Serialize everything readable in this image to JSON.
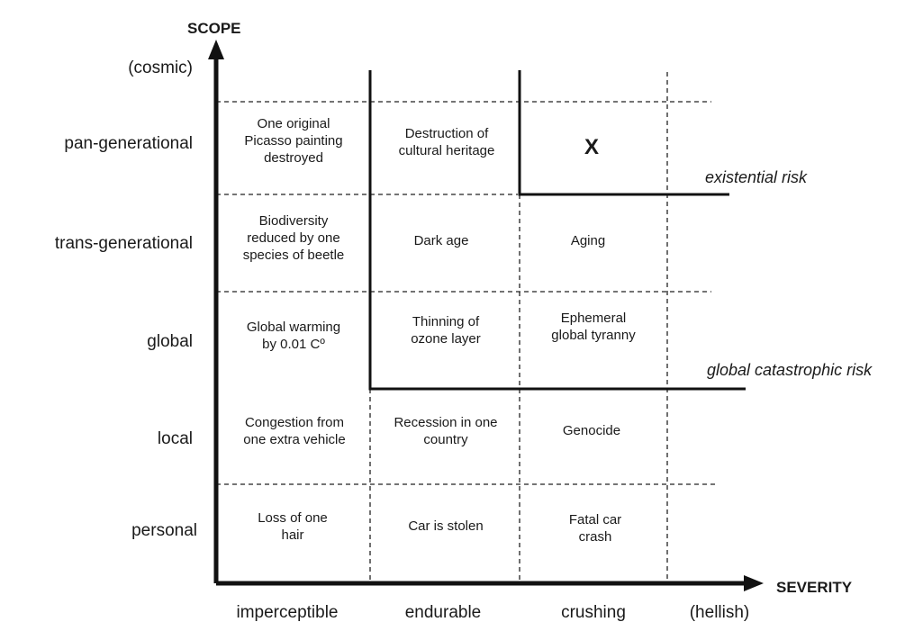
{
  "axes": {
    "y_title": "SCOPE",
    "x_title": "SEVERITY"
  },
  "rows": [
    {
      "label": "(cosmic)"
    },
    {
      "label": "pan-generational"
    },
    {
      "label": "trans-generational"
    },
    {
      "label": "global"
    },
    {
      "label": "local"
    },
    {
      "label": "personal"
    }
  ],
  "columns": [
    {
      "label": "imperceptible"
    },
    {
      "label": "endurable"
    },
    {
      "label": "crushing"
    },
    {
      "label": "(hellish)"
    }
  ],
  "cells": {
    "pan_imperceptible": "One original\nPicasso painting\ndestroyed",
    "pan_endurable": "Destruction of\ncultural heritage",
    "pan_crushing": "X",
    "trans_imperceptible": "Biodiversity\nreduced by one\nspecies of beetle",
    "trans_endurable": "Dark age",
    "trans_crushing": "Aging",
    "global_imperceptible": "Global warming\nby 0.01 Cº",
    "global_endurable": "Thinning of\nozone layer",
    "global_crushing": "Ephemeral\nglobal tyranny",
    "local_imperceptible": "Congestion from\none extra vehicle",
    "local_endurable": "Recession in one\ncountry",
    "local_crushing": "Genocide",
    "personal_imperceptible": "Loss of one\nhair",
    "personal_endurable": "Car is stolen",
    "personal_crushing": "Fatal car\ncrash"
  },
  "risk_labels": {
    "existential": "existential risk",
    "global_catastrophic": "global catastrophic risk"
  }
}
